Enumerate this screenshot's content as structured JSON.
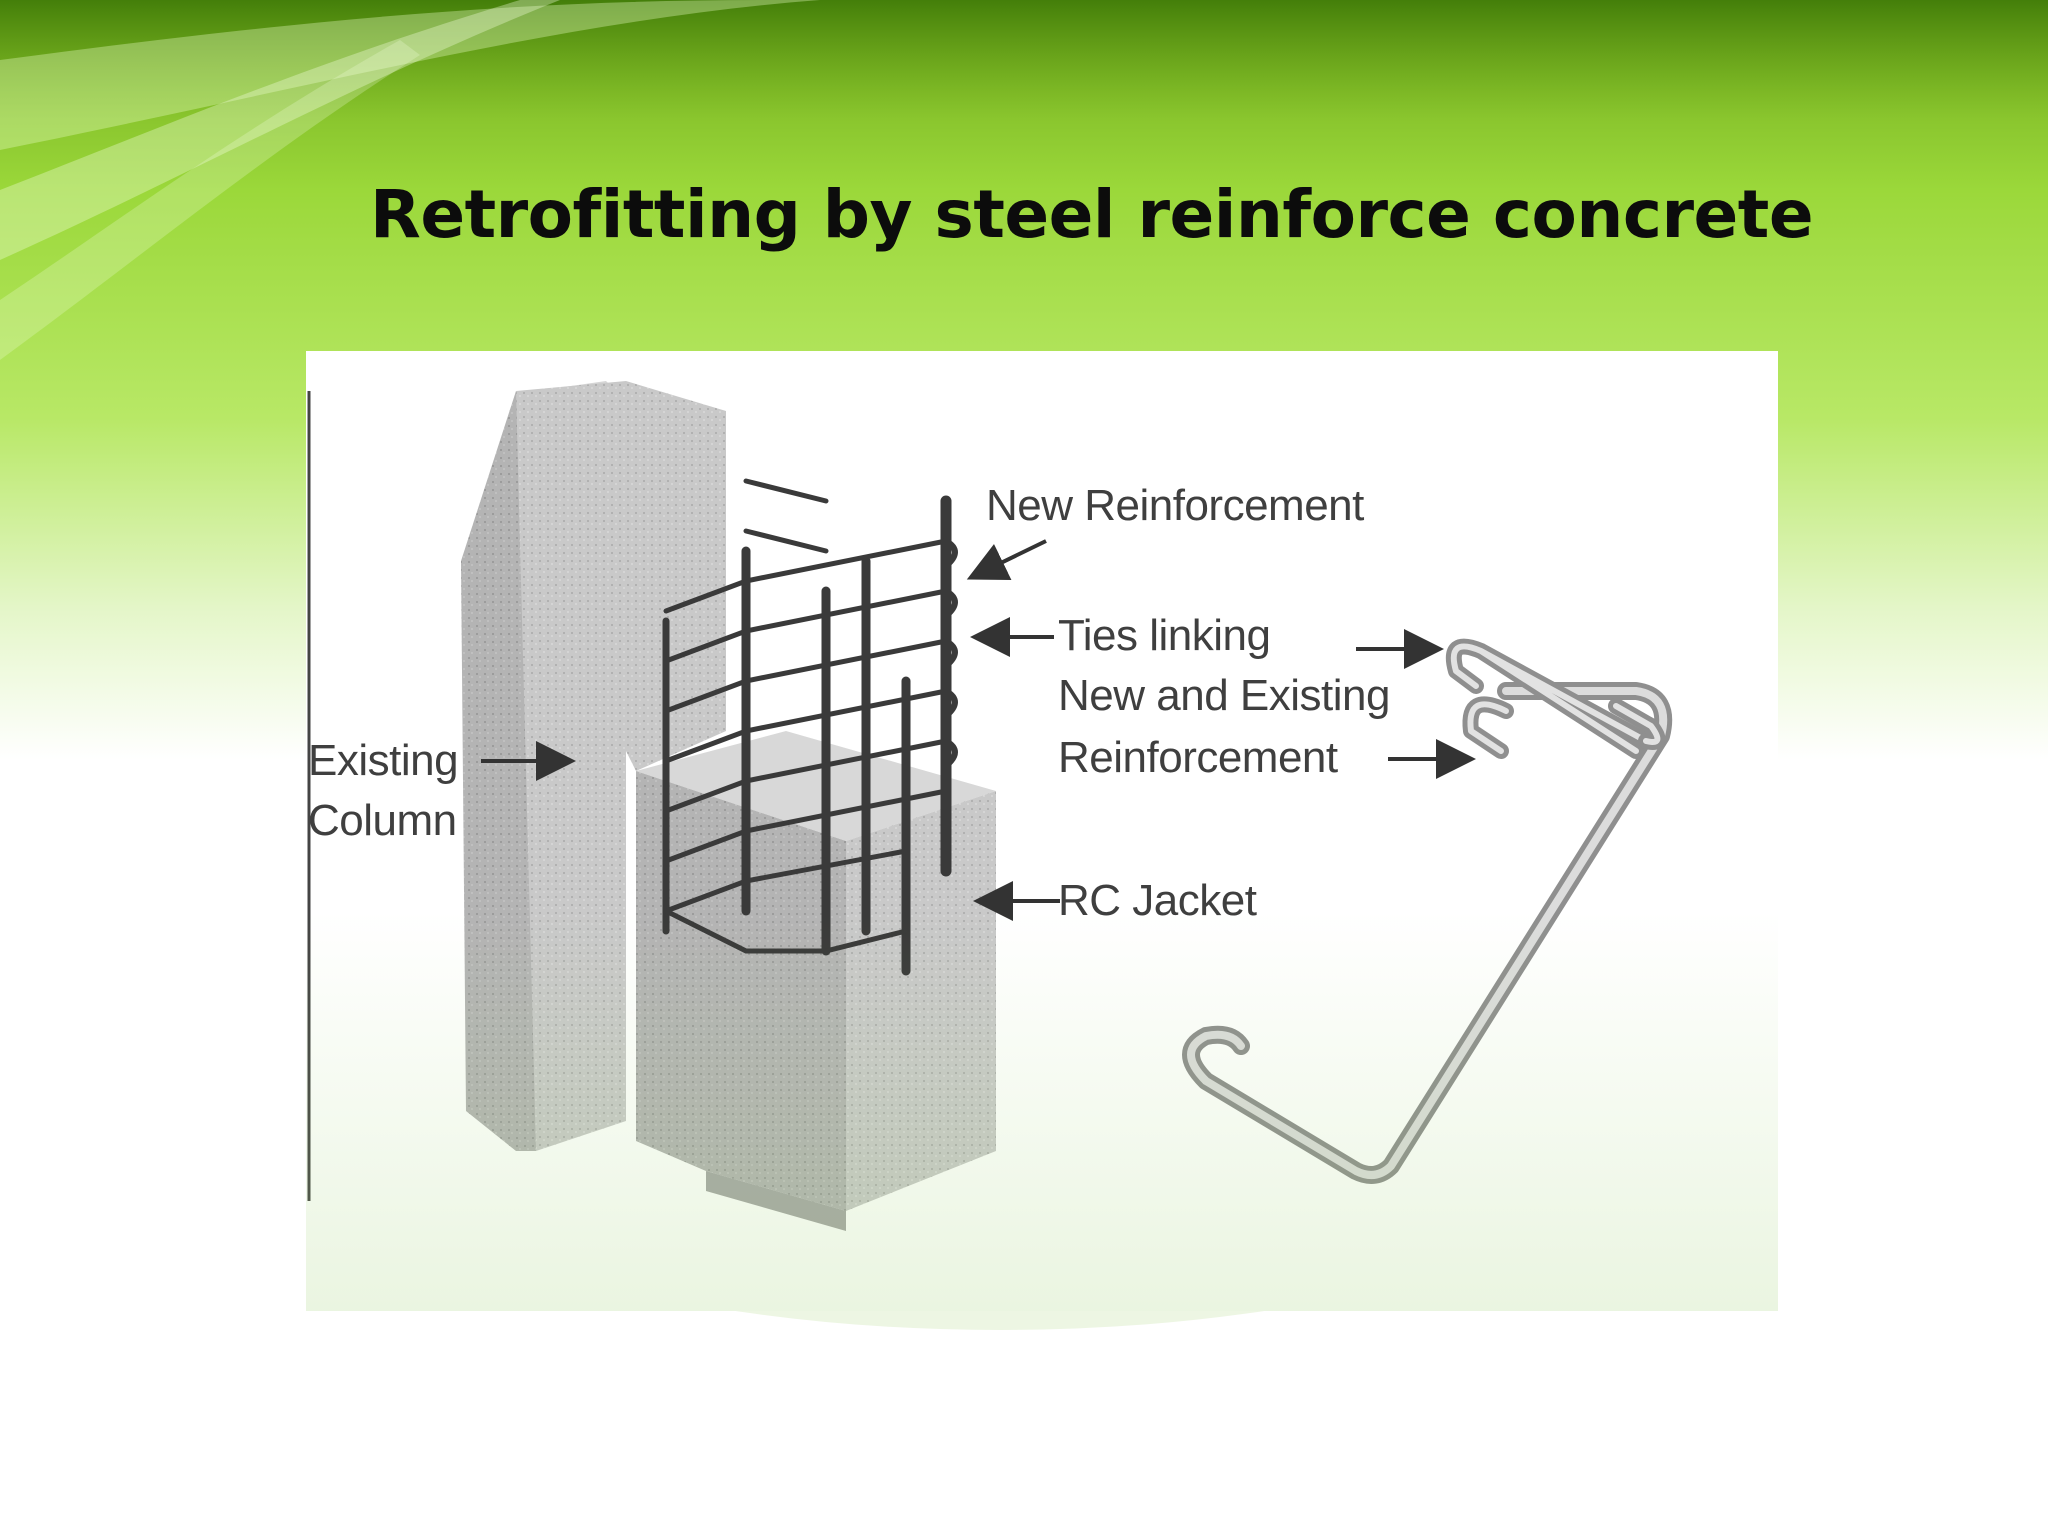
{
  "slide": {
    "title": "Retrofitting by steel reinforce concrete"
  },
  "diagram": {
    "labels": {
      "new_reinforcement": "New Reinforcement",
      "ties_line1": "Ties linking",
      "ties_line2": "New and Existing",
      "ties_line3": "Reinforcement",
      "existing_line1": "Existing",
      "existing_line2": "Column",
      "rc_jacket": "RC Jacket"
    }
  },
  "colors": {
    "green_dark": "#5f9a12",
    "green_light": "#b6e85a",
    "concrete": "#c6c6c6",
    "text": "#3f3f3f"
  }
}
